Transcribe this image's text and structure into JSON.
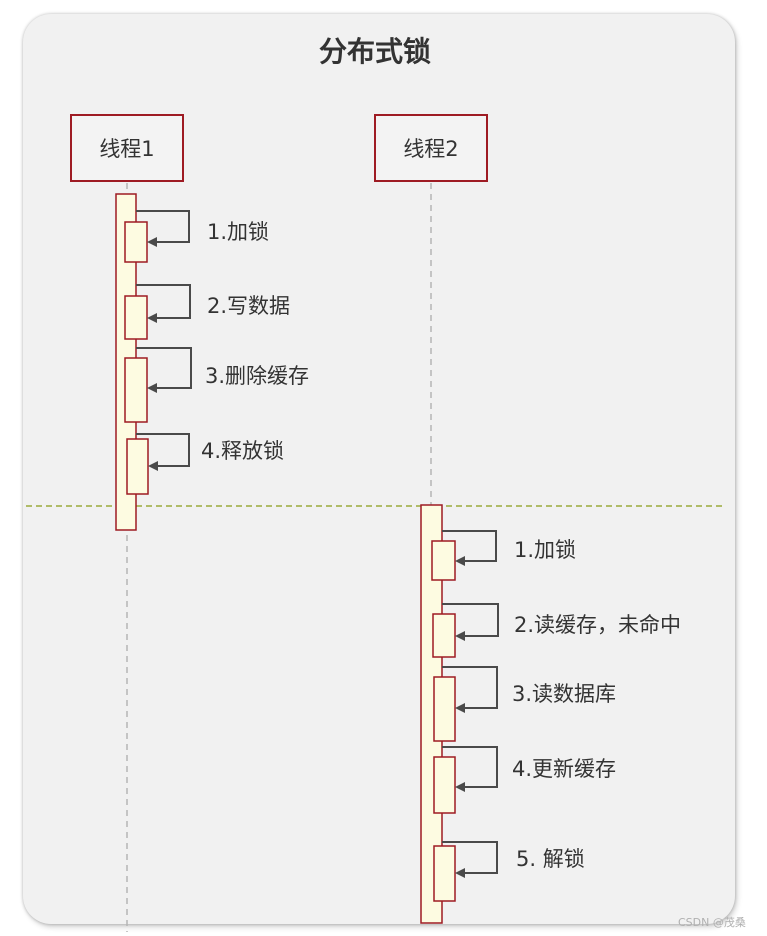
{
  "title": "分布式锁",
  "threads": {
    "thread1": "线程1",
    "thread2": "线程2"
  },
  "thread1_steps": [
    "1.加锁",
    "2.写数据",
    "3.删除缓存",
    "4.释放锁"
  ],
  "thread2_steps": [
    "1.加锁",
    "2.读缓存，未命中",
    "3.读数据库",
    "4.更新缓存",
    "5. 解锁"
  ],
  "watermark": "CSDN @茂桑",
  "colors": {
    "box_border": "#9e1b23",
    "activation_fill": "#fdfbe1",
    "divider": "#9aaa3a",
    "lifeline": "#b5b5b5",
    "arrow": "#4a4a4a"
  }
}
